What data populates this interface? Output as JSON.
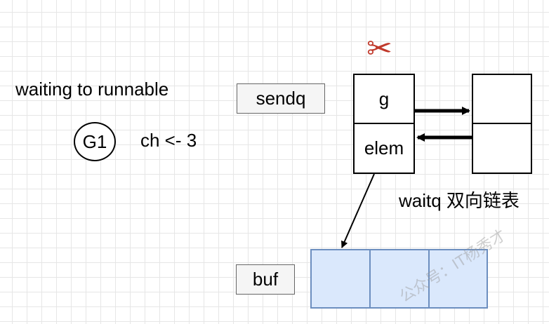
{
  "texts": {
    "status": "waiting to runnable",
    "goroutine": "G1",
    "operation": "ch <- 3",
    "waitq": "waitq 双向链表",
    "watermark": "公众号：IT杨秀才"
  },
  "labels": {
    "sendq": "sendq",
    "buf": "buf"
  },
  "sudog": {
    "g": "g",
    "elem": "elem"
  },
  "icons": {
    "scissors": "✂"
  },
  "colors": {
    "buffer_fill": "#dae8fc",
    "buffer_stroke": "#6c8ebf",
    "label_fill": "#f5f5f5",
    "scissors": "#c0392b"
  }
}
